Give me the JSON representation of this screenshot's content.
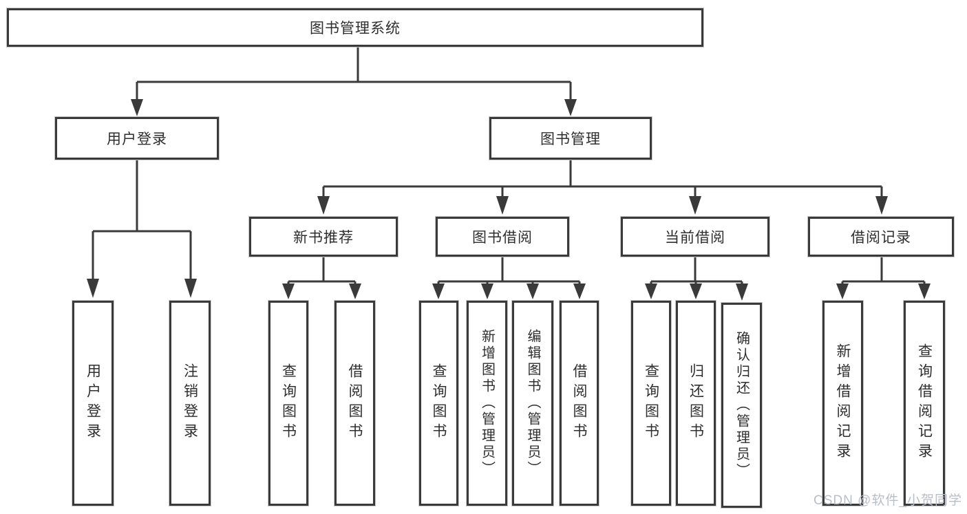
{
  "diagram": {
    "title": "图书管理系统",
    "level2": [
      {
        "label": "用户登录",
        "children": [
          "用户登录",
          "注销登录"
        ]
      },
      {
        "label": "图书管理",
        "children": []
      }
    ],
    "level3": [
      {
        "label": "新书推荐",
        "children": [
          "查询图书",
          "借阅图书"
        ]
      },
      {
        "label": "图书借阅",
        "children": [
          "查询图书",
          "新增图书（管理员）",
          "编辑图书（管理员）",
          "借阅图书"
        ]
      },
      {
        "label": "当前借阅",
        "children": [
          "查询图书",
          "归还图书",
          "确认归还（管理员）"
        ]
      },
      {
        "label": "借阅记录",
        "children": [
          "新增借阅记录",
          "查询借阅记录"
        ]
      }
    ]
  },
  "watermark": {
    "text": "CSDN @软件_小贺同学",
    "color": "#b8bdc7"
  },
  "colors": {
    "line": "#3a3a3a",
    "box_background": "#ffffff",
    "text": "#2e2e2e"
  }
}
